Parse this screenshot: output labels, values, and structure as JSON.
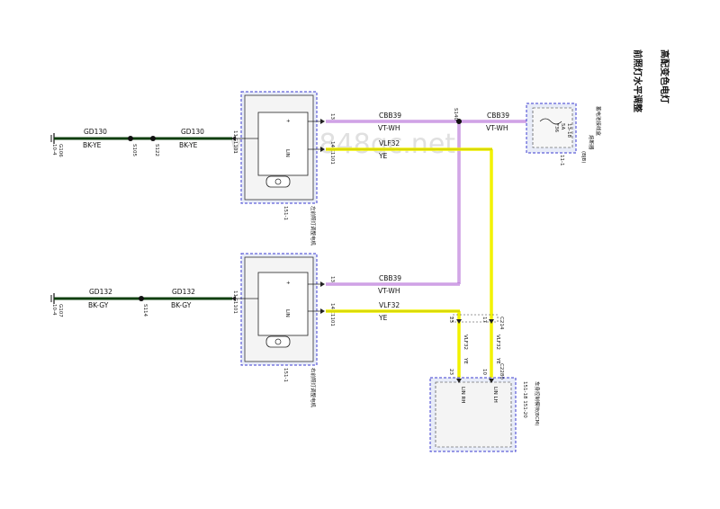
{
  "title": {
    "line1": "高配变色电灯",
    "line2": "前照灯水平调整"
  },
  "watermark": "www.8848qc.net",
  "motor_upper": {
    "label": "左前照灯调整电机",
    "ref": "151-1",
    "ground_wire": "GD130",
    "ground_color": "BK-YE",
    "ground_pin": "11",
    "ground_conn": "C1101",
    "pin_upper": "13",
    "pin_upper_conn": "C1101",
    "pin_lower": "14",
    "pin_lower_conn": "C1101",
    "plus": "+",
    "module_text": "LIN"
  },
  "motor_lower": {
    "label": "右前照灯调整电机",
    "ref": "151-1",
    "ground_wire": "GD132",
    "ground_color": "BK-GY",
    "ground_pin": "11",
    "ground_conn": "C1101",
    "pin_upper": "13",
    "pin_upper_conn": "C1101",
    "pin_lower": "14",
    "pin_lower_conn": "C1101",
    "plus": "+",
    "module_text": "LIN"
  },
  "ground_upper": {
    "gnd_id": "G106",
    "gnd_ref": "10-4",
    "splice1": "S105",
    "splice2": "S122",
    "wire1": "GD130",
    "color1": "BK-YE",
    "wire2": "GD130",
    "color2": "BK-YE"
  },
  "ground_lower": {
    "gnd_id": "G107",
    "gnd_ref": "10-4",
    "splice1": "S114",
    "wire1": "GD132",
    "color1": "BK-GY",
    "wire2": "GD132",
    "color2": "BK-GY"
  },
  "wires": {
    "cbb39_code": "CBB39",
    "cbb39_color": "VT-WH",
    "vlf32_code": "VLF32",
    "vlf32_color": "YE",
    "splice_s140": "S140"
  },
  "fuse_box": {
    "label1": "蓄电池接线盒",
    "label2": "熔断器",
    "label3": "(BJB)",
    "ref": "11-1",
    "fuse_id": "F36",
    "fuse_amp": "5A",
    "fuse_ref": "13-18"
  },
  "controller": {
    "label": "车身控制模块(BCM)",
    "ref": "151-18 151-20",
    "pin_a": "23",
    "pin_a_conn": "C2280",
    "pin_b": "10",
    "pin_b_conn": "C2280",
    "pin_a_name": "LIN RH",
    "pin_b_name": "LIN LH",
    "wire_code": "VLF32",
    "wire_color": "YE",
    "splice_pin": "17",
    "splice_conn": "C214"
  },
  "colors": {
    "violet_white": "#b36bd6",
    "yellow": "#f2f200",
    "ground_line": "#0f3f0f",
    "frame_blue": "#3b3bd0"
  }
}
